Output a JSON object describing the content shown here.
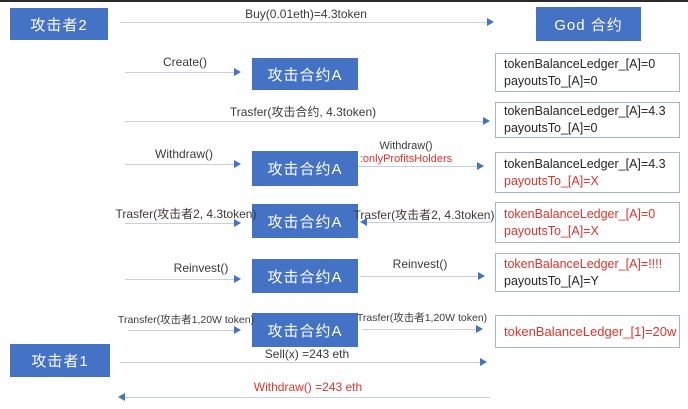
{
  "nodes": {
    "attacker2": "攻击者2",
    "attacker1": "攻击者1",
    "god": "God 合约",
    "contract_a": "攻击合约A"
  },
  "labels": {
    "buy": "Buy(0.01eth)=4.3token",
    "create": "Create()",
    "transfer_contract": "Trasfer(攻击合约, 4.3token)",
    "withdraw_left": "Withdraw()",
    "withdraw_right_1": "Withdraw()",
    "withdraw_right_2": ":onlyProfitsHolders",
    "transfer_attacker2_left": "Trasfer(攻击者2, 4.3token)",
    "transfer_attacker2_right": "Trasfer(攻击者2, 4.3token)",
    "reinvest_left": "Reinvest()",
    "reinvest_right": "Reinvest()",
    "transfer_attacker1_left": "Transfer(攻击者1,20W token)",
    "transfer_attacker1_right": "Trasfer(攻击者1,20W token)",
    "sell": "Sell(x) =243 eth",
    "withdraw_final": "Withdraw() =243 eth"
  },
  "ledgers": [
    {
      "line1": "tokenBalanceLedger_[A]=0",
      "line2": "payoutsTo_[A]=0"
    },
    {
      "line1": "tokenBalanceLedger_[A]=4.3",
      "line2": "payoutsTo_[A]=0"
    },
    {
      "line1": "tokenBalanceLedger_[A]=4.3",
      "line2": "payoutsTo_[A]=X"
    },
    {
      "line1": "tokenBalanceLedger_[A]=0",
      "line2": "payoutsTo_[A]=X"
    },
    {
      "line1": "tokenBalanceLedger_[A]=!!!!",
      "line2": "payoutsTo_[A]=Y"
    },
    {
      "line1": "tokenBalanceLedger_[1]=20w"
    }
  ],
  "colors": {
    "node_blue": "#4472C4",
    "alert_red": "#E0342B",
    "line_gray": "#C6D0DE",
    "ledger_border": "#A3B8D0"
  }
}
